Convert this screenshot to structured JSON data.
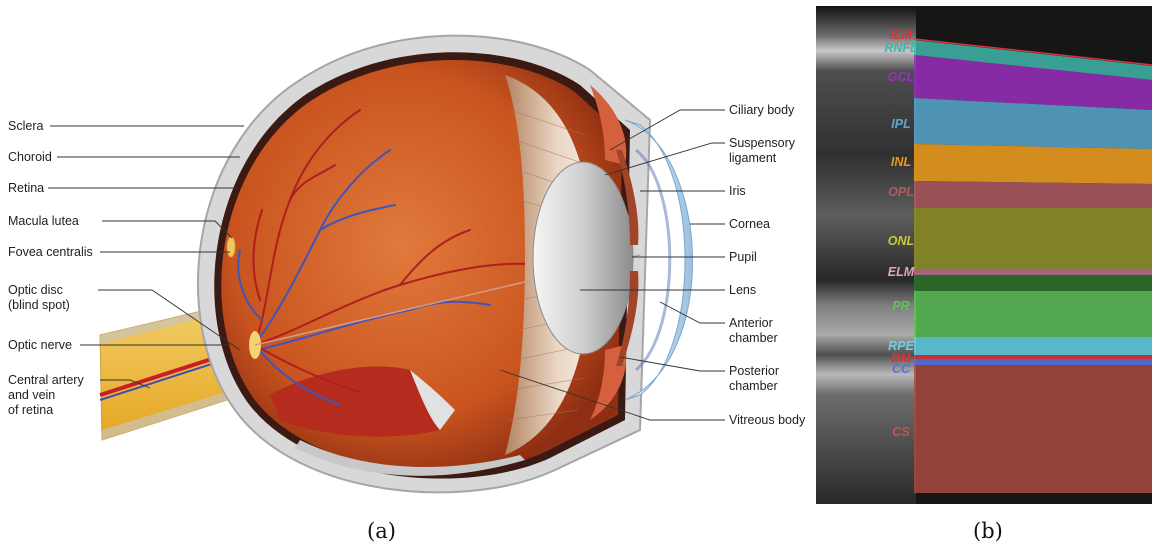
{
  "panel_a": {
    "caption": "(a)",
    "labels_left": [
      "Sclera",
      "Choroid",
      "Retina",
      "Macula lutea",
      "Fovea centralis",
      "Optic disc\n(blind spot)",
      "Optic nerve",
      "Central artery\nand vein\nof retina"
    ],
    "labels_right": [
      "Ciliary body",
      "Suspensory\nligament",
      "Iris",
      "Cornea",
      "Pupil",
      "Lens",
      "Anterior\nchamber",
      "Posterior\nchamber",
      "Vitreous body"
    ]
  },
  "panel_b": {
    "caption": "(b)",
    "layers": [
      {
        "name": "ILM",
        "color": "#d9333a"
      },
      {
        "name": "RNFL",
        "color": "#3fb7aa"
      },
      {
        "name": "GCL",
        "color": "#9a2ec0"
      },
      {
        "name": "IPL",
        "color": "#58a9cf"
      },
      {
        "name": "INL",
        "color": "#e89a1f"
      },
      {
        "name": "OPL",
        "color": "#b25a63"
      },
      {
        "name": "ONL",
        "color": "#c9c93a"
      },
      {
        "name": "ELM",
        "color": "#e0a4b4"
      },
      {
        "name": "PR",
        "color": "#5fc35a"
      },
      {
        "name": "RPE",
        "color": "#66d4e6"
      },
      {
        "name": "BM",
        "color": "#d9333a"
      },
      {
        "name": "CC",
        "color": "#5b6fd8"
      },
      {
        "name": "CS",
        "color": "#c2564a"
      }
    ]
  }
}
